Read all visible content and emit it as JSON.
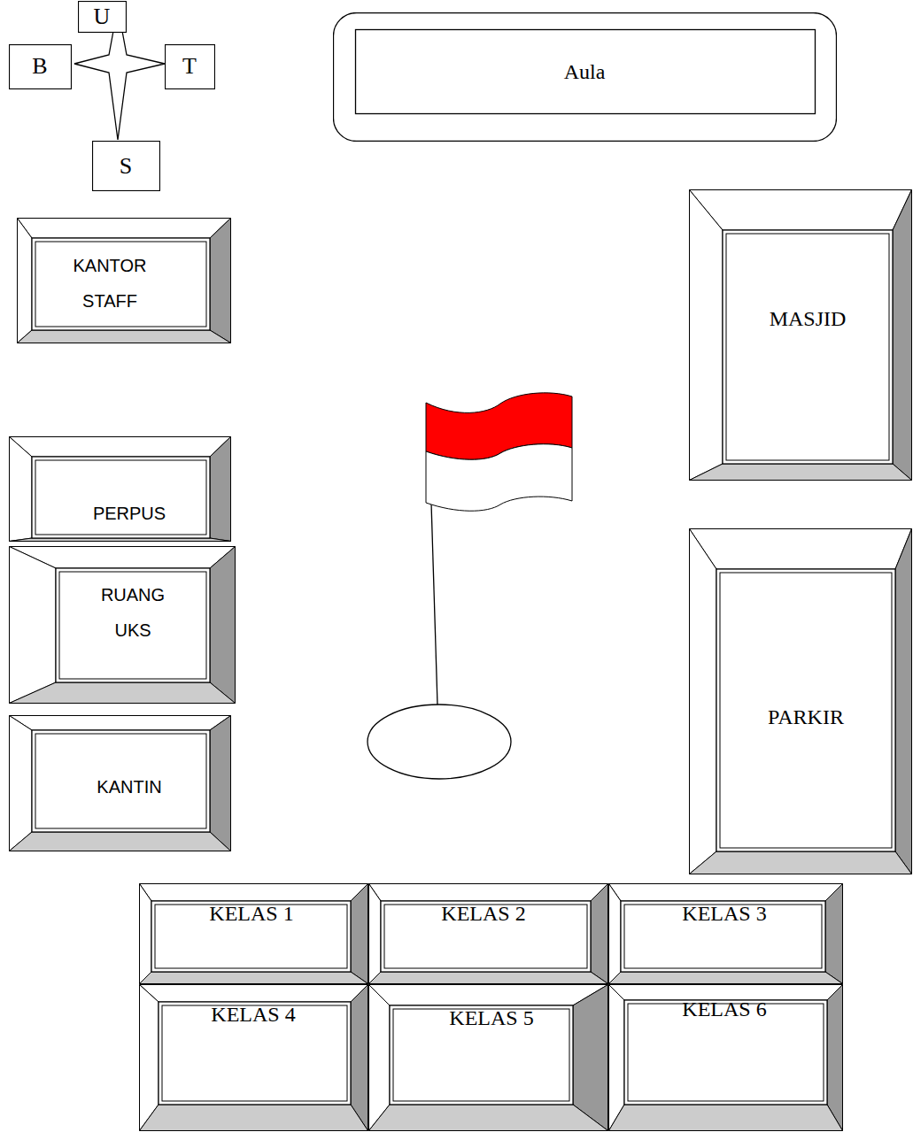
{
  "diagram": {
    "nodes": [
      {
        "text": [
          "U"
        ]
      },
      {
        "text": [
          "B"
        ]
      },
      {
        "text": [
          "T"
        ]
      },
      {
        "text": [
          "S"
        ]
      },
      {
        "text": [
          "Aula"
        ]
      },
      {
        "text": [
          "KANTOR STAFF"
        ]
      },
      {
        "text": [
          "MASJID"
        ]
      },
      {
        "text": [
          "PERPUS"
        ]
      },
      {
        "text": [
          "RUANG UKS"
        ]
      },
      {
        "text": [
          "PARKIR"
        ]
      },
      {
        "text": [
          "KANTIN"
        ]
      },
      {
        "text": [
          "KELAS 1"
        ]
      },
      {
        "text": [
          "KELAS 2"
        ]
      },
      {
        "text": [
          "KELAS 3"
        ]
      },
      {
        "text": [
          "KELAS 4"
        ]
      },
      {
        "text": [
          "KELAS 5"
        ]
      },
      {
        "text": [
          "KELAS 6"
        ]
      }
    ],
    "edges": []
  }
}
